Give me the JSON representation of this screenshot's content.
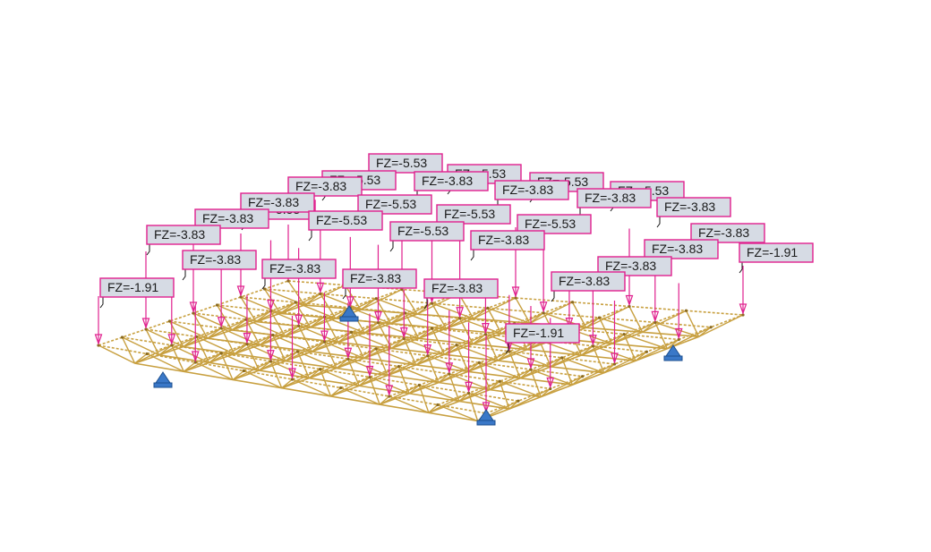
{
  "scene": {
    "description_type": "structural-space-truss-load-view",
    "colors": {
      "truss_member": "#c8a040",
      "truss_node": "#8a6a20",
      "load_arrow": "#e0208e",
      "label_background": "#d6dbe4",
      "label_border": "#e0208e",
      "label_text": "#1a1a1a",
      "leader_line": "#111111",
      "support": "#3a78c8"
    },
    "support_icon": "pin-support-icon",
    "load_labels": [
      {
        "id": "L1",
        "text": "FZ=-5.53"
      },
      {
        "id": "L2",
        "text": "FZ=-5.53"
      },
      {
        "id": "L3",
        "text": "FZ=-5.53"
      },
      {
        "id": "L4",
        "text": "FZ=-3.83"
      },
      {
        "id": "L5",
        "text": "FZ=-5.53"
      },
      {
        "id": "L6",
        "text": "FZ=-3.83"
      },
      {
        "id": "L7",
        "text": "FZ=-5.53"
      },
      {
        "id": "L8",
        "text": "FZ=-3.83"
      },
      {
        "id": "L9",
        "text": "FZ=-3.83"
      },
      {
        "id": "L10",
        "text": "FZ=-5.53"
      },
      {
        "id": "L11",
        "text": "FZ=-3.83"
      },
      {
        "id": "L12",
        "text": "FZ=-3.83"
      },
      {
        "id": "L13",
        "text": "FZ=-5.53"
      },
      {
        "id": "L14",
        "text": "FZ=-5.53"
      },
      {
        "id": "L15",
        "text": "FZ=-5.53"
      },
      {
        "id": "L16",
        "text": "FZ=-3.83"
      },
      {
        "id": "L17",
        "text": "FZ=-5.53"
      },
      {
        "id": "L18",
        "text": "FZ=-5.53"
      },
      {
        "id": "L19",
        "text": "FZ=-3.83"
      },
      {
        "id": "L20",
        "text": "FZ=-3.83"
      },
      {
        "id": "L21",
        "text": "FZ=-3.83"
      },
      {
        "id": "L22",
        "text": "FZ=-3.83"
      },
      {
        "id": "L23",
        "text": "FZ=-1.91"
      },
      {
        "id": "L24",
        "text": "FZ=-3.83"
      },
      {
        "id": "L25",
        "text": "FZ=-1.91"
      },
      {
        "id": "L26",
        "text": "FZ=-3.83"
      },
      {
        "id": "L27",
        "text": "FZ=-3.83"
      },
      {
        "id": "L28",
        "text": "FZ=-3.83"
      },
      {
        "id": "L29",
        "text": "FZ=-3.83"
      },
      {
        "id": "L30",
        "text": "FZ=-3.83"
      },
      {
        "id": "L31",
        "text": "FZ=-1.91"
      }
    ]
  }
}
